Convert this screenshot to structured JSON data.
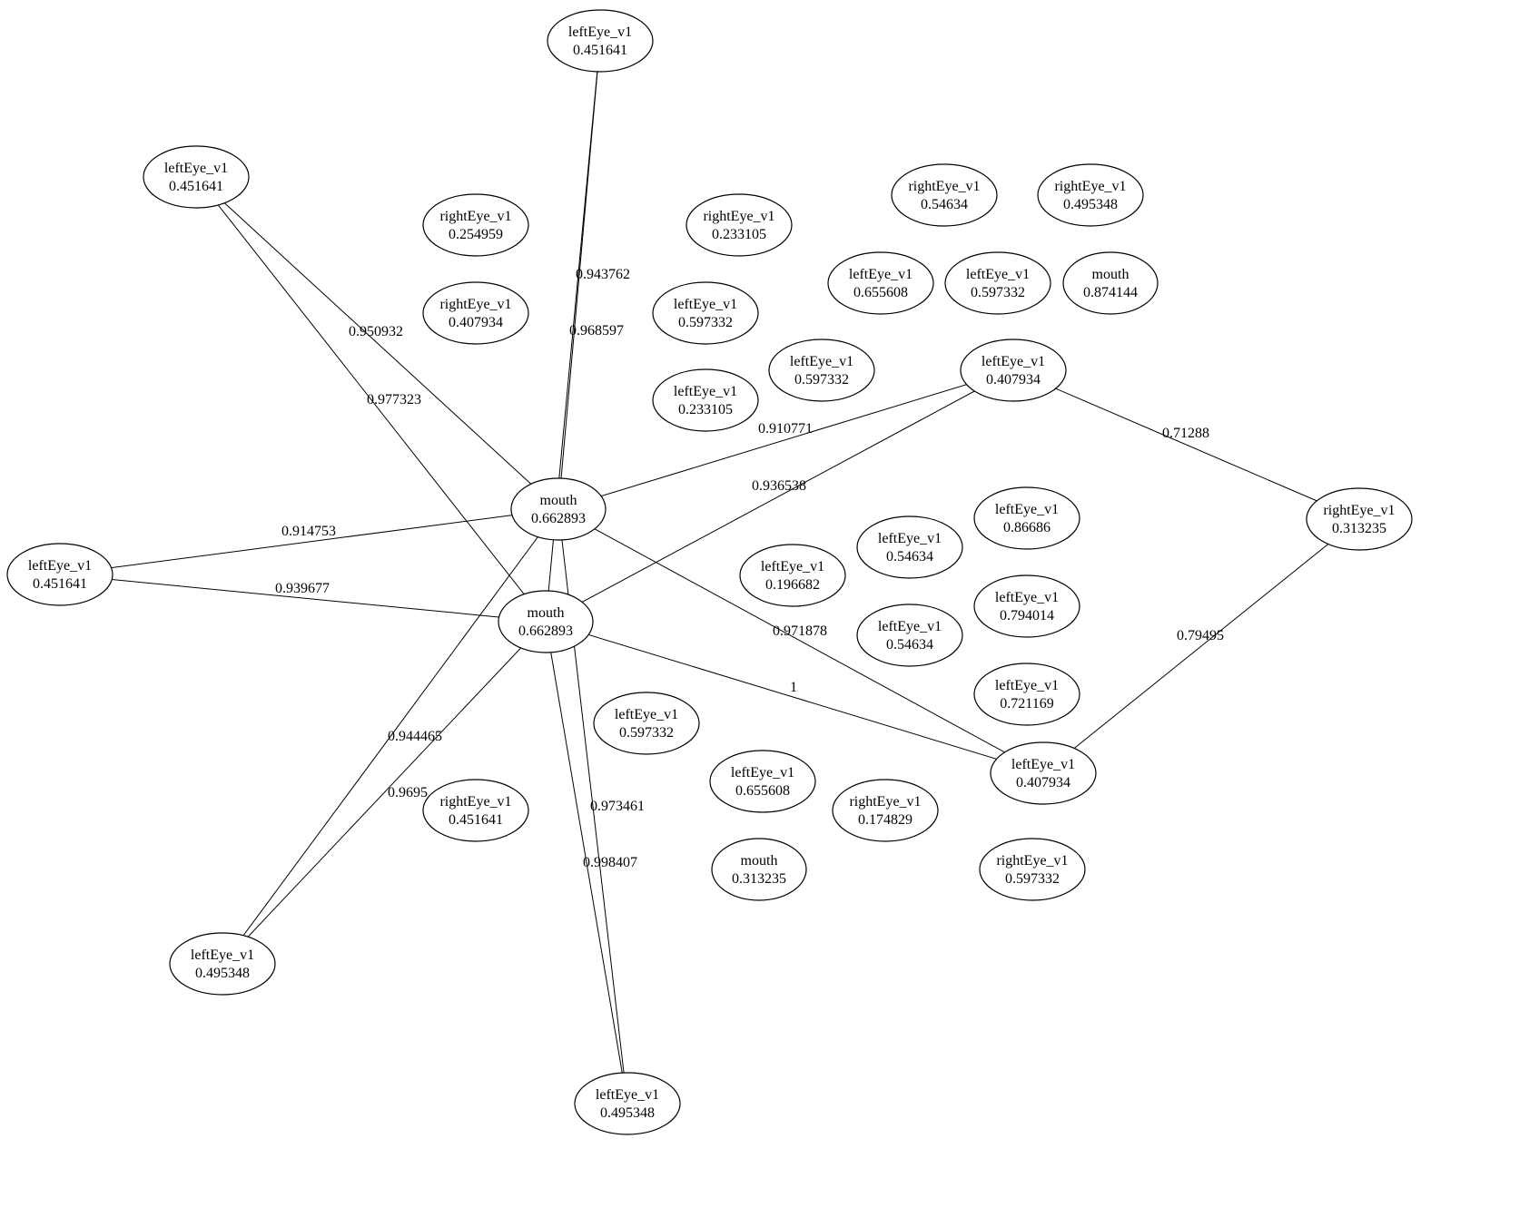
{
  "nodes": [
    {
      "id": "n1",
      "label": "leftEye_v1",
      "value": "0.451641"
    },
    {
      "id": "n2",
      "label": "leftEye_v1",
      "value": "0.451641"
    },
    {
      "id": "n3",
      "label": "rightEye_v1",
      "value": "0.254959"
    },
    {
      "id": "n4",
      "label": "rightEye_v1",
      "value": "0.233105"
    },
    {
      "id": "n5",
      "label": "rightEye_v1",
      "value": "0.54634"
    },
    {
      "id": "n6",
      "label": "rightEye_v1",
      "value": "0.495348"
    },
    {
      "id": "n7",
      "label": "rightEye_v1",
      "value": "0.407934"
    },
    {
      "id": "n8",
      "label": "leftEye_v1",
      "value": "0.597332"
    },
    {
      "id": "n9",
      "label": "leftEye_v1",
      "value": "0.655608"
    },
    {
      "id": "n10",
      "label": "leftEye_v1",
      "value": "0.597332"
    },
    {
      "id": "n11",
      "label": "mouth",
      "value": "0.874144"
    },
    {
      "id": "n12",
      "label": "leftEye_v1",
      "value": "0.597332"
    },
    {
      "id": "n13",
      "label": "leftEye_v1",
      "value": "0.233105"
    },
    {
      "id": "n14",
      "label": "leftEye_v1",
      "value": "0.407934"
    },
    {
      "id": "n15",
      "label": "mouth",
      "value": "0.662893"
    },
    {
      "id": "n16",
      "label": "leftEye_v1",
      "value": "0.451641"
    },
    {
      "id": "n17",
      "label": "mouth",
      "value": "0.662893"
    },
    {
      "id": "n18",
      "label": "rightEye_v1",
      "value": "0.313235"
    },
    {
      "id": "n19",
      "label": "leftEye_v1",
      "value": "0.86686"
    },
    {
      "id": "n20",
      "label": "leftEye_v1",
      "value": "0.54634"
    },
    {
      "id": "n21",
      "label": "leftEye_v1",
      "value": "0.196682"
    },
    {
      "id": "n22",
      "label": "leftEye_v1",
      "value": "0.794014"
    },
    {
      "id": "n23",
      "label": "leftEye_v1",
      "value": "0.54634"
    },
    {
      "id": "n24",
      "label": "leftEye_v1",
      "value": "0.721169"
    },
    {
      "id": "n25",
      "label": "leftEye_v1",
      "value": "0.597332"
    },
    {
      "id": "n26",
      "label": "leftEye_v1",
      "value": "0.655608"
    },
    {
      "id": "n27",
      "label": "rightEye_v1",
      "value": "0.451641"
    },
    {
      "id": "n28",
      "label": "rightEye_v1",
      "value": "0.174829"
    },
    {
      "id": "n29",
      "label": "leftEye_v1",
      "value": "0.407934"
    },
    {
      "id": "n30",
      "label": "mouth",
      "value": "0.313235"
    },
    {
      "id": "n31",
      "label": "rightEye_v1",
      "value": "0.597332"
    },
    {
      "id": "n32",
      "label": "leftEye_v1",
      "value": "0.495348"
    },
    {
      "id": "n33",
      "label": "leftEye_v1",
      "value": "0.495348"
    }
  ],
  "edges": [
    {
      "from": "n1",
      "to": "n15",
      "weight": "0.943762"
    },
    {
      "from": "n1",
      "to": "n17",
      "weight": "0.968597"
    },
    {
      "from": "n2",
      "to": "n15",
      "weight": "0.950932"
    },
    {
      "from": "n2",
      "to": "n17",
      "weight": "0.977323"
    },
    {
      "from": "n15",
      "to": "n14",
      "weight": "0.910771"
    },
    {
      "from": "n17",
      "to": "n14",
      "weight": "0.936538"
    },
    {
      "from": "n14",
      "to": "n18",
      "weight": "0.71288"
    },
    {
      "from": "n16",
      "to": "n15",
      "weight": "0.914753"
    },
    {
      "from": "n16",
      "to": "n17",
      "weight": "0.939677"
    },
    {
      "from": "n15",
      "to": "n29",
      "weight": "0.971878"
    },
    {
      "from": "n17",
      "to": "n29",
      "weight": "1"
    },
    {
      "from": "n18",
      "to": "n29",
      "weight": "0.79495"
    },
    {
      "from": "n15",
      "to": "n32",
      "weight": "0.944465"
    },
    {
      "from": "n17",
      "to": "n32",
      "weight": "0.9695"
    },
    {
      "from": "n15",
      "to": "n33",
      "weight": "0.973461"
    },
    {
      "from": "n17",
      "to": "n33",
      "weight": "0.998407"
    }
  ]
}
